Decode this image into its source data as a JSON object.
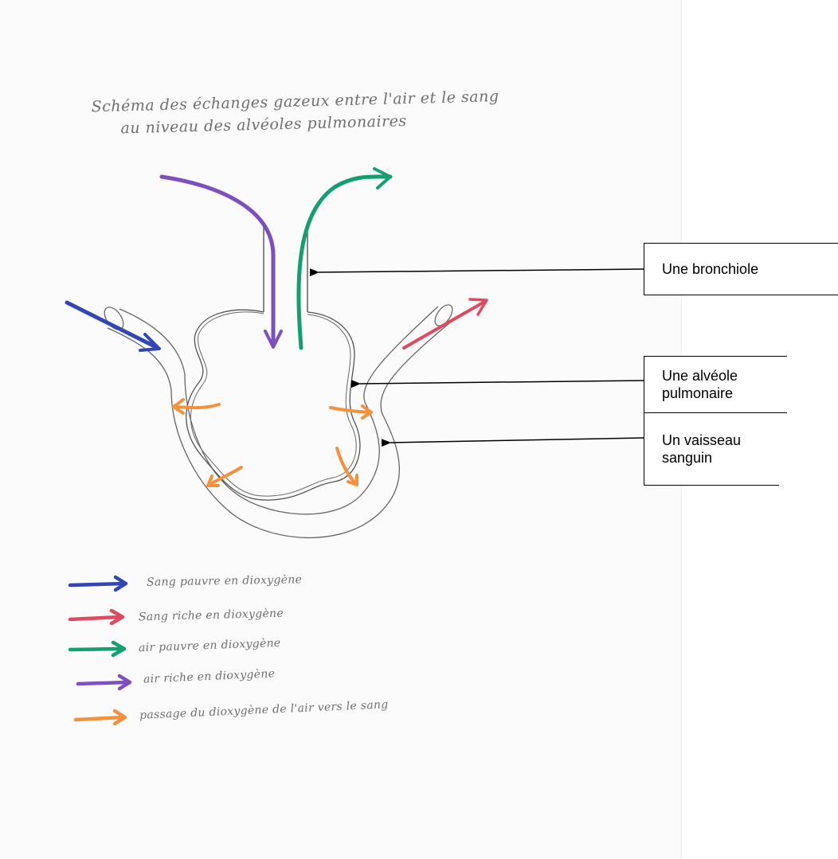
{
  "title": {
    "line1": "Schéma des échanges gazeux entre l'air et le sang",
    "line2": "au niveau des alvéoles pulmonaires"
  },
  "labels": {
    "bronchiole": "Une bronchiole",
    "alveole": "Une alvéole pulmonaire",
    "vaisseau": "Un vaisseau sanguin"
  },
  "legend": [
    {
      "text": "Sang pauvre en dioxygène",
      "color": "#3246b4"
    },
    {
      "text": "Sang riche en dioxygène",
      "color": "#e04a5e"
    },
    {
      "text": "air pauvre en dioxygène",
      "color": "#12a070"
    },
    {
      "text": "air riche en dioxygène",
      "color": "#7d4fc0"
    },
    {
      "text": "passage du dioxygène de l'air vers le sang",
      "color": "#f5913c"
    }
  ],
  "colors": {
    "blue": "#3246b4",
    "red": "#e04a5e",
    "green": "#12a070",
    "purple": "#7d4fc0",
    "orange": "#f5913c",
    "pencil": "#555555"
  }
}
